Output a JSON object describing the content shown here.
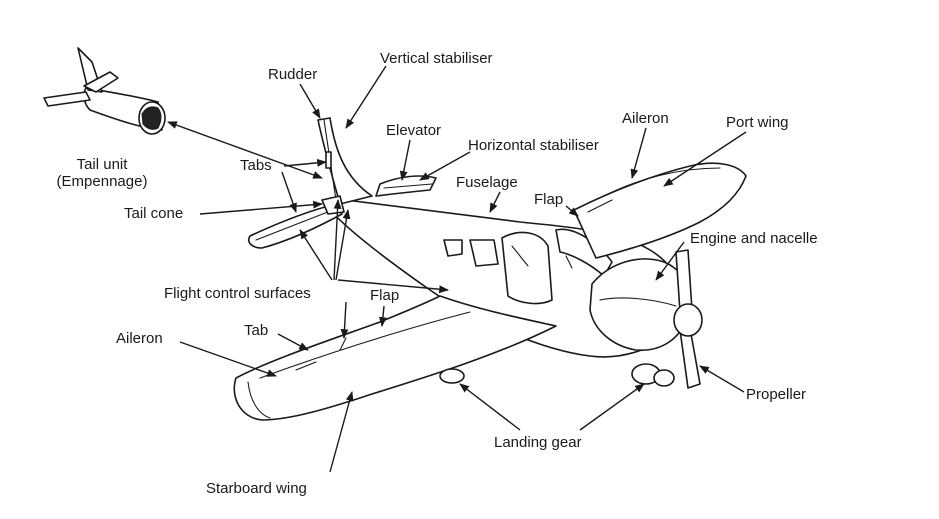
{
  "diagram": {
    "labels": {
      "rudder": "Rudder",
      "vertical_stabiliser": "Vertical stabiliser",
      "elevator": "Elevator",
      "horizontal_stabiliser": "Horizontal stabiliser",
      "aileron_port": "Aileron",
      "port_wing": "Port wing",
      "tail_unit_line1": "Tail unit",
      "tail_unit_line2": "(Empennage)",
      "tabs": "Tabs",
      "fuselage": "Fuselage",
      "flap_port": "Flap",
      "tail_cone": "Tail cone",
      "engine_and_nacelle": "Engine and nacelle",
      "flight_control_surfaces": "Flight control surfaces",
      "flap_starboard": "Flap",
      "aileron_starboard": "Aileron",
      "tab": "Tab",
      "propeller": "Propeller",
      "landing_gear": "Landing gear",
      "starboard_wing": "Starboard wing"
    }
  }
}
